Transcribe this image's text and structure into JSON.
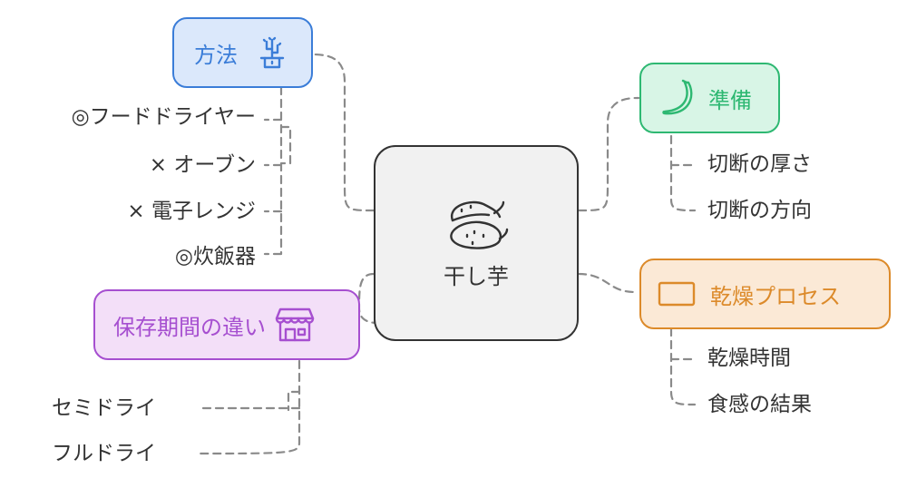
{
  "center": {
    "label": "干し芋",
    "icon": "sweet-potato-icon"
  },
  "branches": {
    "method": {
      "label": "方法",
      "icon": "cactus-pot-icon",
      "color": "#3b7dd8",
      "bg": "#dbe8fb",
      "items": [
        "◎フードドライヤー",
        "× オーブン",
        "× 電子レンジ",
        "◎炊飯器"
      ]
    },
    "prep": {
      "label": "準備",
      "icon": "banana-icon",
      "color": "#2eb872",
      "bg": "#d8f5e6",
      "items": [
        "切断の厚さ",
        "切断の方向"
      ]
    },
    "process": {
      "label": "乾燥プロセス",
      "icon": "rectangle-icon",
      "color": "#dc8a2a",
      "bg": "#fbe9d6",
      "items": [
        "乾燥時間",
        "食感の結果"
      ]
    },
    "storage": {
      "label": "保存期間の違い",
      "icon": "storefront-icon",
      "color": "#a64fd0",
      "bg": "#f3dff8",
      "items": [
        "セミドライ",
        "フルドライ"
      ]
    }
  },
  "line_color": "#8a8a8a"
}
